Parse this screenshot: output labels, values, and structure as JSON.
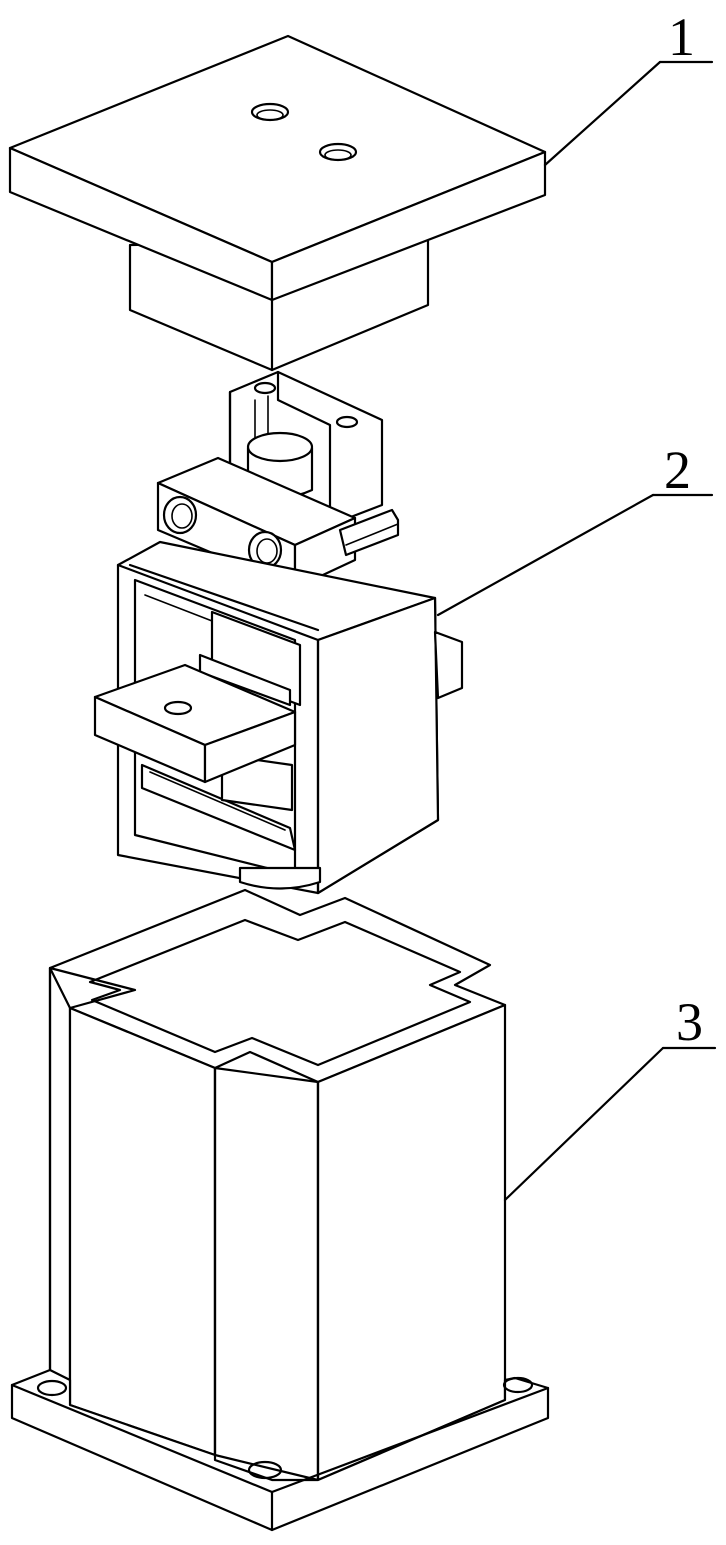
{
  "labels": {
    "part1": "1",
    "part2": "2",
    "part3": "3"
  },
  "colors": {
    "line": "#000000",
    "background": "#ffffff"
  }
}
